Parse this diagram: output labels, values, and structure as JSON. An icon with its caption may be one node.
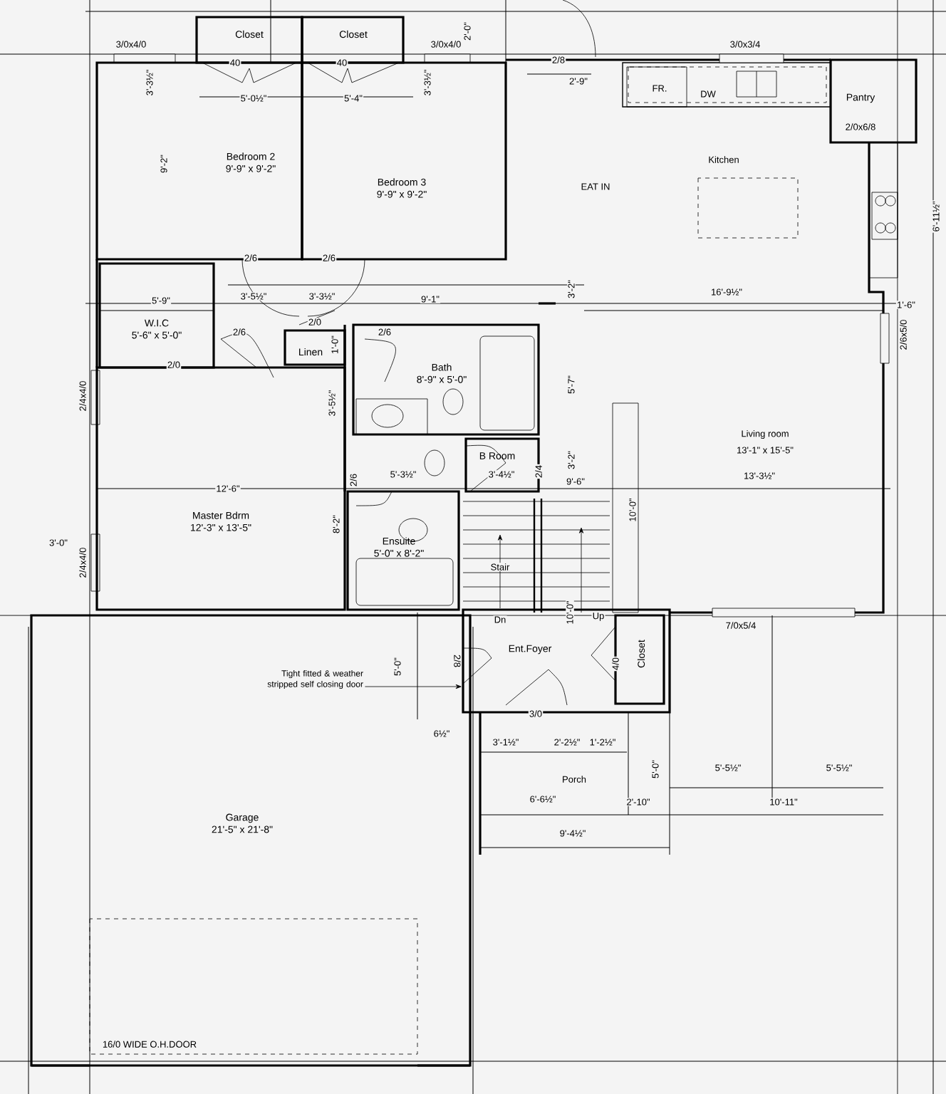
{
  "diagram": {
    "nodes": [
      {
        "text": [
          "Closet"
        ]
      },
      {
        "text": [
          "Closet"
        ]
      },
      {
        "text": [
          "Bedroom 2",
          "9'-9\" x 9'-2\""
        ]
      },
      {
        "text": [
          "Bedroom 3",
          "9'-9\" x 9'-2\""
        ]
      },
      {
        "text": [
          "Pantry"
        ]
      },
      {
        "text": [
          "W.I.C",
          "5'-6\" x 5'-0\""
        ]
      },
      {
        "text": [
          "Linen"
        ],
        "beside": [
          "2/0"
        ]
      },
      {
        "text": [
          "Bath",
          "8'-9\" x 5'-0\""
        ]
      },
      {
        "text": [
          "B Room"
        ]
      },
      {
        "text": [
          "Master Bdrm",
          "12'-3\" x 13'-5\""
        ]
      },
      {
        "text": [
          "Ensuite",
          "5'-0\" x 8'-2\""
        ]
      },
      {
        "text": [
          "Ent.Foyer"
        ]
      },
      {
        "text": [
          "Closet"
        ],
        "in": 11
      },
      {
        "text": [
          "Garage",
          "21'-5\" x 21'-8\""
        ]
      },
      {
        "text": [
          "Tight fitted & weather stripped self closing door"
        ],
        "in": 13
      }
    ],
    "edges": [
      {
        "from": 14,
        "to": 11,
        "arrow": "to"
      }
    ],
    "labels": [
      "3/0x4/0",
      "2'-0\"",
      "3/0x4/0",
      "3/0x3/4",
      "2/8",
      "40",
      "40",
      "3'-3½\"",
      "3'-3½\"",
      "2'-9\"",
      "FR.",
      "DW",
      "5'-0½\"",
      "5'-4\"",
      "2/0x6/8",
      "Kitchen",
      "9'-2\"",
      "EAT IN",
      "6'-11½\"",
      "2/6",
      "2/6",
      "5'-9\"",
      "3'-5½\"",
      "3'-3½\"",
      "9'-1\"",
      "3'-2\"",
      "16'-9½\"",
      "1'-6\"",
      "2/6",
      "2/6",
      "1'-0\"",
      "2/6x5/0",
      "2/0",
      "5'-7\"",
      "2/4x4/0",
      "3'-5½\"",
      "Living room",
      "13'-1\" x 15'-5\"",
      "3'-2\"",
      "3'-4½\"",
      "2/4",
      "5'-3½\"",
      "2/6",
      "9'-6\"",
      "13'-3½\"",
      "12'-6\"",
      "10'-0\"",
      "8'-2\"",
      "3'-0\"",
      "2/4x4/0",
      "Stair",
      "10'-0\"",
      "Dn",
      "Up",
      "7/0x5/4",
      "2/8",
      "4/0",
      "5'-0\"",
      "3/0",
      "6½\"",
      "3'-1½\"",
      "2'-2½\"",
      "1'-2½\"",
      "5'-5½\"",
      "5'-5½\"",
      "5'-0\"",
      "Porch",
      "6'-6½\"",
      "2'-10\"",
      "10'-11\"",
      "9'-4½\"",
      "16/0 WIDE O.H.DOOR"
    ]
  }
}
